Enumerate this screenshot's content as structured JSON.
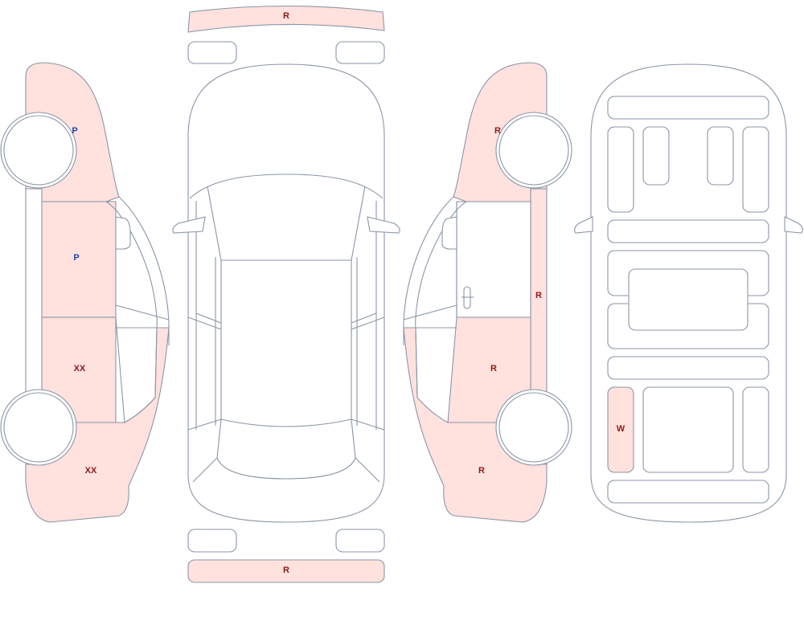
{
  "colors": {
    "damage_fill": "#ffe1de",
    "outline": "#8b96a8",
    "mark_red": "#8b1a1a",
    "mark_blue": "#1f47a8"
  },
  "marks": {
    "front_bumper": "R",
    "rear_bumper": "R",
    "left_front_fender": "P",
    "left_front_door": "P",
    "left_rear_door": "XX",
    "left_rear_quarter": "XX",
    "right_front_fender": "R",
    "right_rocker_panel": "R",
    "right_rear_door": "R",
    "right_rear_quarter": "R",
    "interior_rear_left_seat": "W"
  }
}
